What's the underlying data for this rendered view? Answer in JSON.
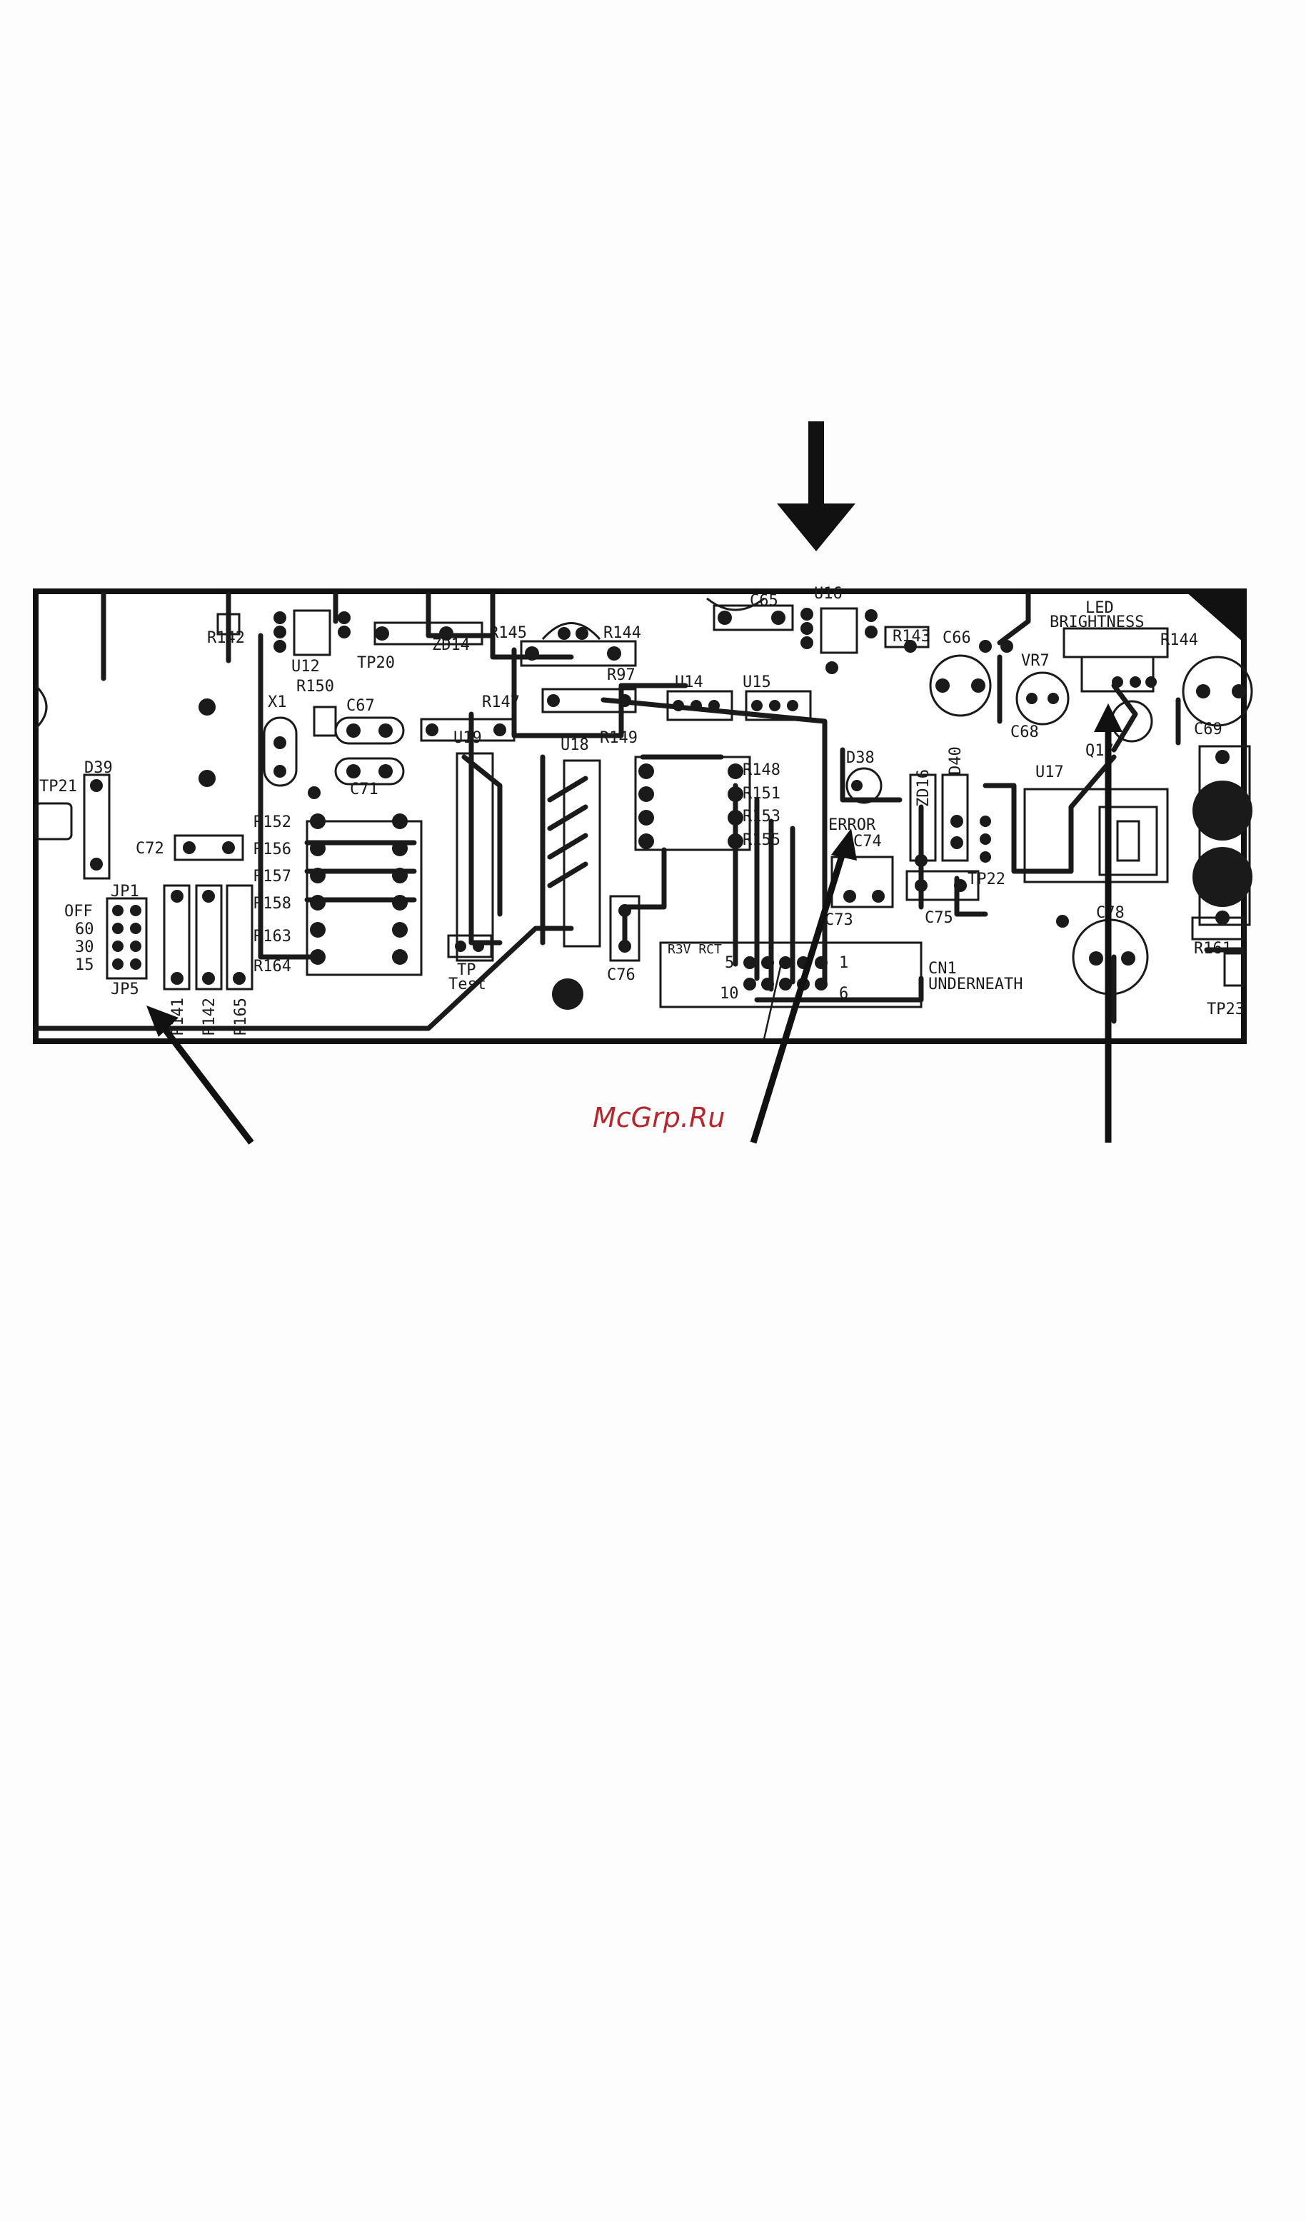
{
  "watermark": {
    "text": "McGrp.Ru",
    "color": "#b5272d"
  },
  "board": {
    "labels": {
      "r142": "R142",
      "u12": "U12",
      "tp20": "TP20",
      "zd14": "ZD14",
      "r145": "R145",
      "r144a": "R144",
      "c65": "C65",
      "u16": "U16",
      "r143": "R143",
      "c66": "C66",
      "led_line1": "LED",
      "led_line2": "BRIGHTNESS",
      "r144b": "R144",
      "x1": "X1",
      "r150": "R150",
      "c67": "C67",
      "c71": "C71",
      "r147": "R147",
      "r97": "R97",
      "u14": "U14",
      "u15": "U15",
      "vr7": "VR7",
      "c68": "C68",
      "q17": "Q17",
      "c69": "C69",
      "u19": "U19",
      "u18": "U18",
      "r149": "R149",
      "r148": "R148",
      "r151": "R151",
      "r153": "R153",
      "r155": "R155",
      "d38": "D38",
      "error": "ERROR",
      "c74": "C74",
      "zd16": "ZD16",
      "d40": "D40",
      "u17": "U17",
      "tp21": "TP21",
      "d39": "D39",
      "c72": "C72",
      "r152": "R152",
      "r156": "R156",
      "r157": "R157",
      "r158": "R158",
      "r163": "R163",
      "r164": "R164",
      "jp1": "JP1",
      "off": "OFF",
      "j60": "60",
      "j30": "30",
      "j15": "15",
      "jp5": "JP5",
      "r141": "R141",
      "r142b": "R142",
      "r165": "R165",
      "tp_test1": "TP",
      "tp_test2": "Test",
      "c76": "C76",
      "c73": "C73",
      "c75": "C75",
      "tp22": "TP22",
      "cn1_small": "R3V RCT",
      "cn1_p5": "5",
      "cn1_p1": "1",
      "cn1_p10": "10",
      "cn1_p6": "6",
      "cn1_line1": "CN1",
      "cn1_line2": "UNDERNEATH",
      "c78": "C78",
      "r161": "R161",
      "tp23": "TP23"
    }
  }
}
